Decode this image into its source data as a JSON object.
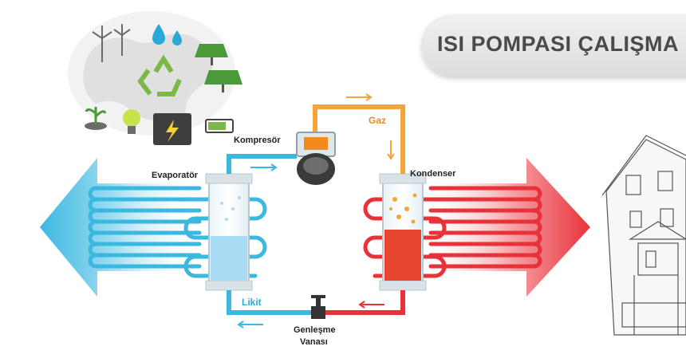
{
  "title": "ISI POMPASI ÇALIŞMA",
  "labels": {
    "compressor": "Kompresör",
    "evaporator": "Evaporatör",
    "condenser": "Kondenser",
    "gas": "Gaz",
    "liquid": "Likit",
    "expansion_valve_line1": "Genleşme",
    "expansion_valve_line2": "Vanası"
  },
  "colors": {
    "cold": "#3bb8e0",
    "hot": "#e8323a",
    "gas": "#f4a43a",
    "title_text": "#4a4a4a"
  },
  "icons": [
    "world-map-icon",
    "wind-turbine-icon",
    "water-drop-icon",
    "solar-panel-icon",
    "recycle-icon",
    "light-bulb-icon",
    "battery-icon",
    "plant-icon",
    "house-sketch-icon"
  ]
}
